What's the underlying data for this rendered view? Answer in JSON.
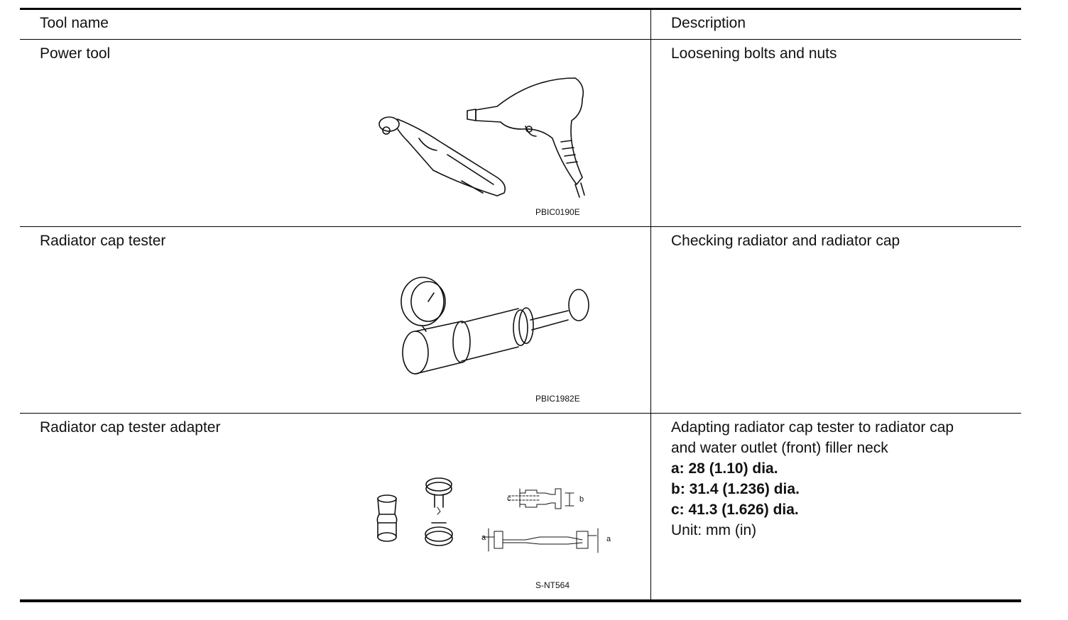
{
  "table": {
    "header": {
      "col1": "Tool name",
      "col2": "Description"
    },
    "rows": [
      {
        "name": "Power tool",
        "figure_code": "PBIC0190E",
        "description": [
          "Loosening bolts and nuts"
        ]
      },
      {
        "name": "Radiator cap tester",
        "figure_code": "PBIC1982E",
        "description": [
          "Checking radiator and radiator cap"
        ]
      },
      {
        "name": "Radiator cap tester adapter",
        "figure_code": "S-NT564",
        "description": [
          "Adapting radiator cap tester to radiator cap",
          "and water outlet (front) filler neck"
        ],
        "dims": [
          "a: 28 (1.10) dia.",
          "b: 31.4 (1.236) dia.",
          "c: 41.3 (1.626) dia."
        ],
        "unit": "Unit: mm (in)",
        "figure_labels": {
          "a": "a",
          "b": "b",
          "c": "c"
        }
      }
    ]
  }
}
